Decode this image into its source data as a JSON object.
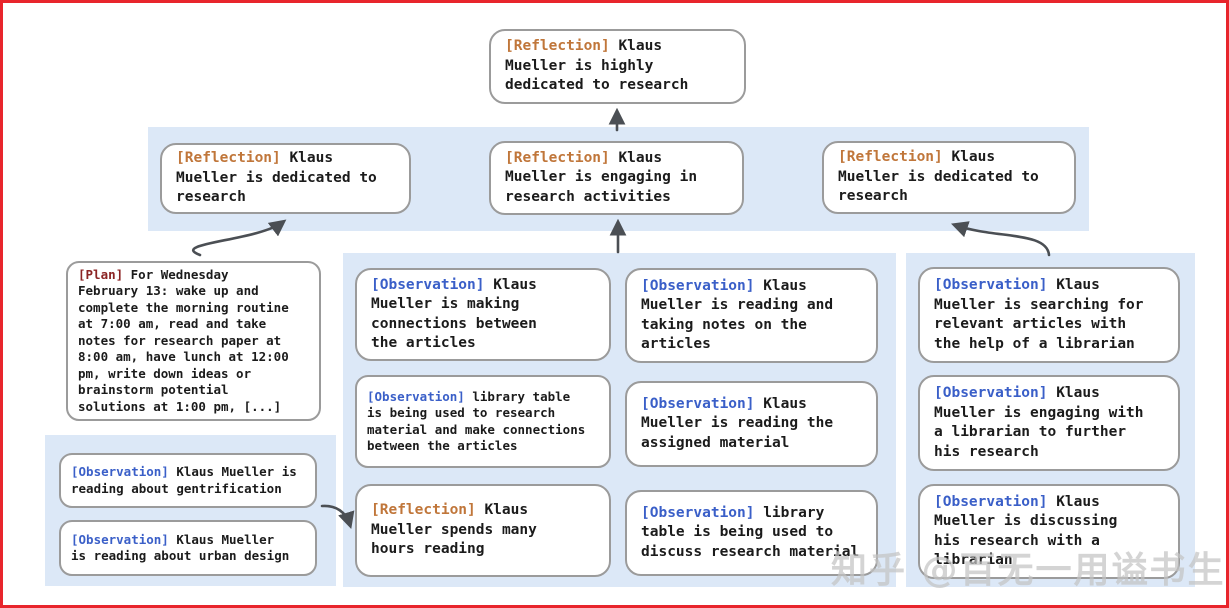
{
  "watermark": "知乎 @百无一用谥书生",
  "colors": {
    "frame_border": "#e8252c",
    "band_background": "#dce8f7",
    "box_border": "#9b9b9b",
    "reflection_tag": "#c0763a",
    "plan_tag": "#8b2323",
    "observation_tag": "#3a5fc8",
    "arrow": "#4b4f54",
    "body_text": "#1b1b1b"
  },
  "nodes": {
    "root": {
      "tag": "[Reflection]",
      "text": "Klaus\nMueller is highly\ndedicated to research"
    },
    "ref_left": {
      "tag": "[Reflection]",
      "text": "Klaus\nMueller is dedicated to\nresearch"
    },
    "ref_mid": {
      "tag": "[Reflection]",
      "text": "Klaus\nMueller is engaging in\nresearch activities"
    },
    "ref_right": {
      "tag": "[Reflection]",
      "text": "Klaus\nMueller is dedicated to\nresearch"
    },
    "plan": {
      "tag": "[Plan]",
      "text": "For Wednesday\nFebruary 13: wake up and\ncomplete the morning routine\nat 7:00 am, read and take\nnotes for research paper at\n8:00 am, have lunch at 12:00\npm, write down ideas or\nbrainstorm potential\nsolutions at 1:00 pm, [...]"
    },
    "obs_gentrification": {
      "tag": "[Observation]",
      "text": "Klaus Mueller is\nreading about gentrification"
    },
    "obs_urban": {
      "tag": "[Observation]",
      "text": "Klaus Mueller\nis reading about urban design"
    },
    "obs_connections": {
      "tag": "[Observation]",
      "text": "Klaus\nMueller is making\nconnections between\nthe articles"
    },
    "obs_table_research": {
      "tag": "[Observation]",
      "text": "library table\nis being used to research\nmaterial and make connections\nbetween the articles"
    },
    "ref_hours": {
      "tag": "[Reflection]",
      "text": "Klaus\nMueller spends many\nhours reading"
    },
    "obs_notes": {
      "tag": "[Observation]",
      "text": "Klaus\nMueller is reading and\ntaking notes on the\narticles"
    },
    "obs_assigned": {
      "tag": "[Observation]",
      "text": "Klaus\nMueller is reading the\nassigned material"
    },
    "obs_table_discuss": {
      "tag": "[Observation]",
      "text": "library\ntable is being used to\ndiscuss research material"
    },
    "obs_searching": {
      "tag": "[Observation]",
      "text": "Klaus\nMueller is searching for\nrelevant articles with\nthe help of a librarian"
    },
    "obs_engaging": {
      "tag": "[Observation]",
      "text": "Klaus\nMueller is engaging with\na librarian to further\nhis research"
    },
    "obs_discussing": {
      "tag": "[Observation]",
      "text": "Klaus\nMueller is discussing\nhis research with a\nlibrarian"
    }
  }
}
